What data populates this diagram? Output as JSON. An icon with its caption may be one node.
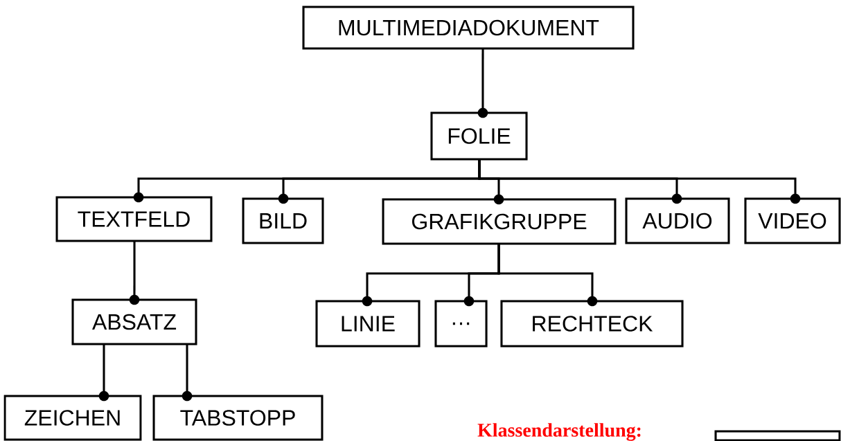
{
  "diagram": {
    "nodes": [
      {
        "text": [
          "MULTIMEDIADOKUMENT"
        ]
      },
      {
        "text": [
          "FOLIE"
        ]
      },
      {
        "text": [
          "TEXTFELD"
        ]
      },
      {
        "text": [
          "BILD"
        ]
      },
      {
        "text": [
          "GRAFIKGRUPPE"
        ]
      },
      {
        "text": [
          "AUDIO"
        ]
      },
      {
        "text": [
          "VIDEO"
        ]
      },
      {
        "text": [
          "ABSATZ"
        ]
      },
      {
        "text": [
          "LINIE"
        ]
      },
      {
        "text": [
          "…"
        ]
      },
      {
        "text": [
          "RECHTECK"
        ]
      },
      {
        "text": [
          "ZEICHEN"
        ]
      },
      {
        "text": [
          "TABSTOPP"
        ]
      },
      {
        "text": [],
        "shape": "box"
      }
    ],
    "edges": [
      {
        "from": 0,
        "to": 1,
        "arrow": "other"
      },
      {
        "from": 1,
        "to": 2,
        "arrow": "other"
      },
      {
        "from": 1,
        "to": 3,
        "arrow": "other"
      },
      {
        "from": 1,
        "to": 4,
        "arrow": "other"
      },
      {
        "from": 1,
        "to": 5,
        "arrow": "other"
      },
      {
        "from": 1,
        "to": 6,
        "arrow": "other"
      },
      {
        "from": 2,
        "to": 7,
        "arrow": "other"
      },
      {
        "from": 4,
        "to": 8,
        "arrow": "other"
      },
      {
        "from": 4,
        "to": 9,
        "arrow": "other"
      },
      {
        "from": 4,
        "to": 10,
        "arrow": "other"
      },
      {
        "from": 7,
        "to": 11,
        "arrow": "other"
      },
      {
        "from": 7,
        "to": 12,
        "arrow": "other"
      }
    ],
    "labels": [
      "Klassendarstellung:"
    ]
  }
}
